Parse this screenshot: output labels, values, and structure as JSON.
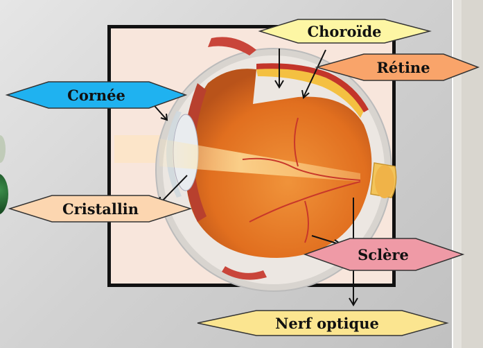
{
  "labels": {
    "choroide": "Choroïde",
    "retine": "Rétine",
    "cornee": "Cornée",
    "cristallin": "Cristallin",
    "sclere": "Sclère",
    "nerf_optique": "Nerf optique"
  },
  "colors": {
    "choroide": "#fdf6a4",
    "retine": "#f9a46a",
    "cornee": "#1fb2f0",
    "cristallin": "#fcd6b0",
    "sclere": "#ef9aa6",
    "nerf_optique": "#fbe590",
    "frame_bg": "#f8e6dc",
    "eye_body": "#e77824",
    "eye_outer": "#d4cfc9"
  }
}
